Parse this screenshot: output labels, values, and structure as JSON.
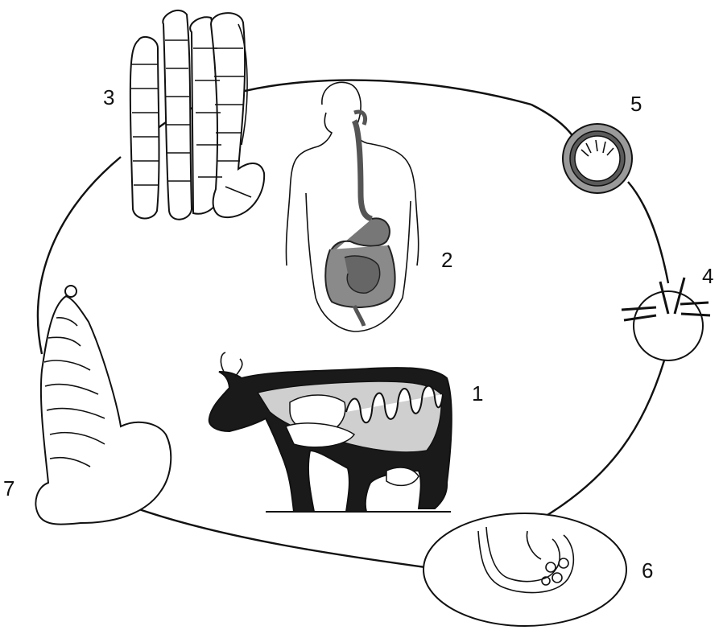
{
  "labels": {
    "stage1": "1",
    "stage2": "2",
    "stage3": "3",
    "stage4": "4",
    "stage5": "5",
    "stage6": "6",
    "stage7": "7"
  },
  "colors": {
    "ink": "#111111",
    "background": "#ffffff",
    "gray_dark": "#555555",
    "gray_mid": "#9a9a9a",
    "gray_light": "#cfcfcf"
  }
}
